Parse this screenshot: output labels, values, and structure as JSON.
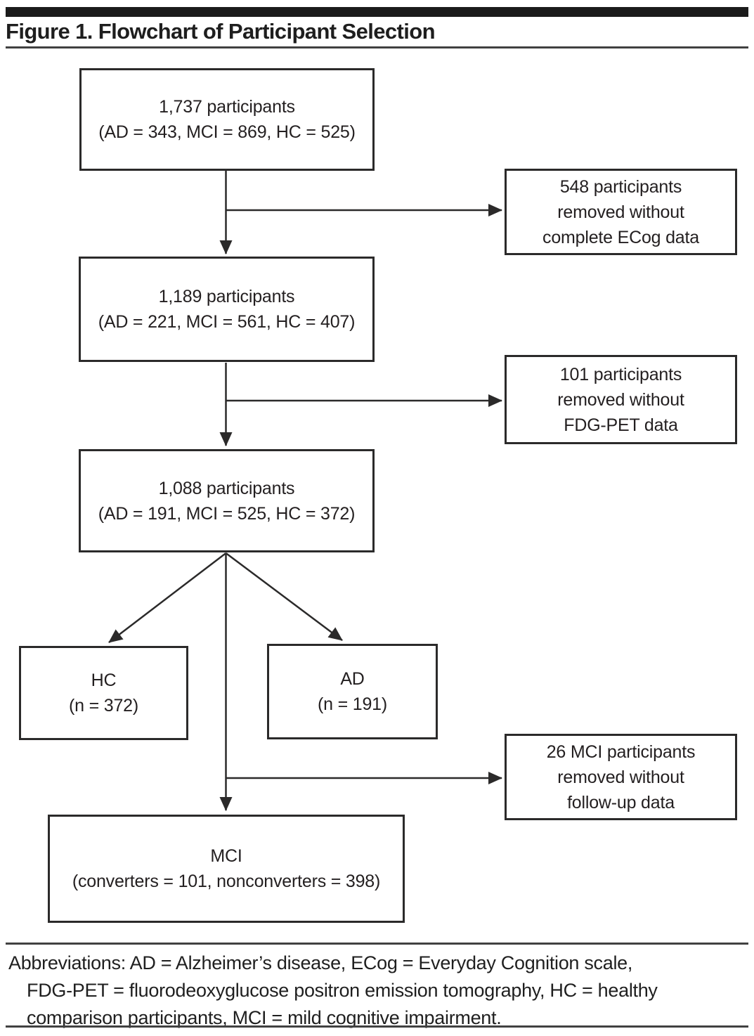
{
  "figure": {
    "title": "Figure 1. Flowchart of Participant Selection"
  },
  "flowchart": {
    "boxes": {
      "step1": {
        "lines": [
          "1,737 participants",
          "(AD = 343, MCI = 869, HC = 525)"
        ]
      },
      "excluded1": {
        "lines": [
          "548 participants",
          "removed without",
          "complete ECog data"
        ]
      },
      "step2": {
        "lines": [
          "1,189 participants",
          "(AD = 221, MCI = 561, HC = 407)"
        ]
      },
      "excluded2": {
        "lines": [
          "101 participants",
          "removed without",
          "FDG-PET data"
        ]
      },
      "step3": {
        "lines": [
          "1,088 participants",
          "(AD = 191, MCI = 525, HC = 372)"
        ]
      },
      "hc": {
        "lines": [
          "HC",
          "(n = 372)"
        ]
      },
      "ad": {
        "lines": [
          "AD",
          "(n = 191)"
        ]
      },
      "excluded3": {
        "lines": [
          "26 MCI participants",
          "removed without",
          "follow-up data"
        ]
      },
      "mci": {
        "lines": [
          "MCI",
          "(converters = 101, nonconverters = 398)"
        ]
      }
    },
    "colors": {
      "ink": "#231f20",
      "background": "#ffffff"
    }
  },
  "footer": {
    "lines": [
      "Abbreviations: AD = Alzheimer’s disease, ECog = Everyday Cognition scale,",
      "FDG-PET = fluorodeoxyglucose positron emission tomography, HC = healthy",
      "comparison participants, MCI = mild cognitive impairment."
    ]
  }
}
